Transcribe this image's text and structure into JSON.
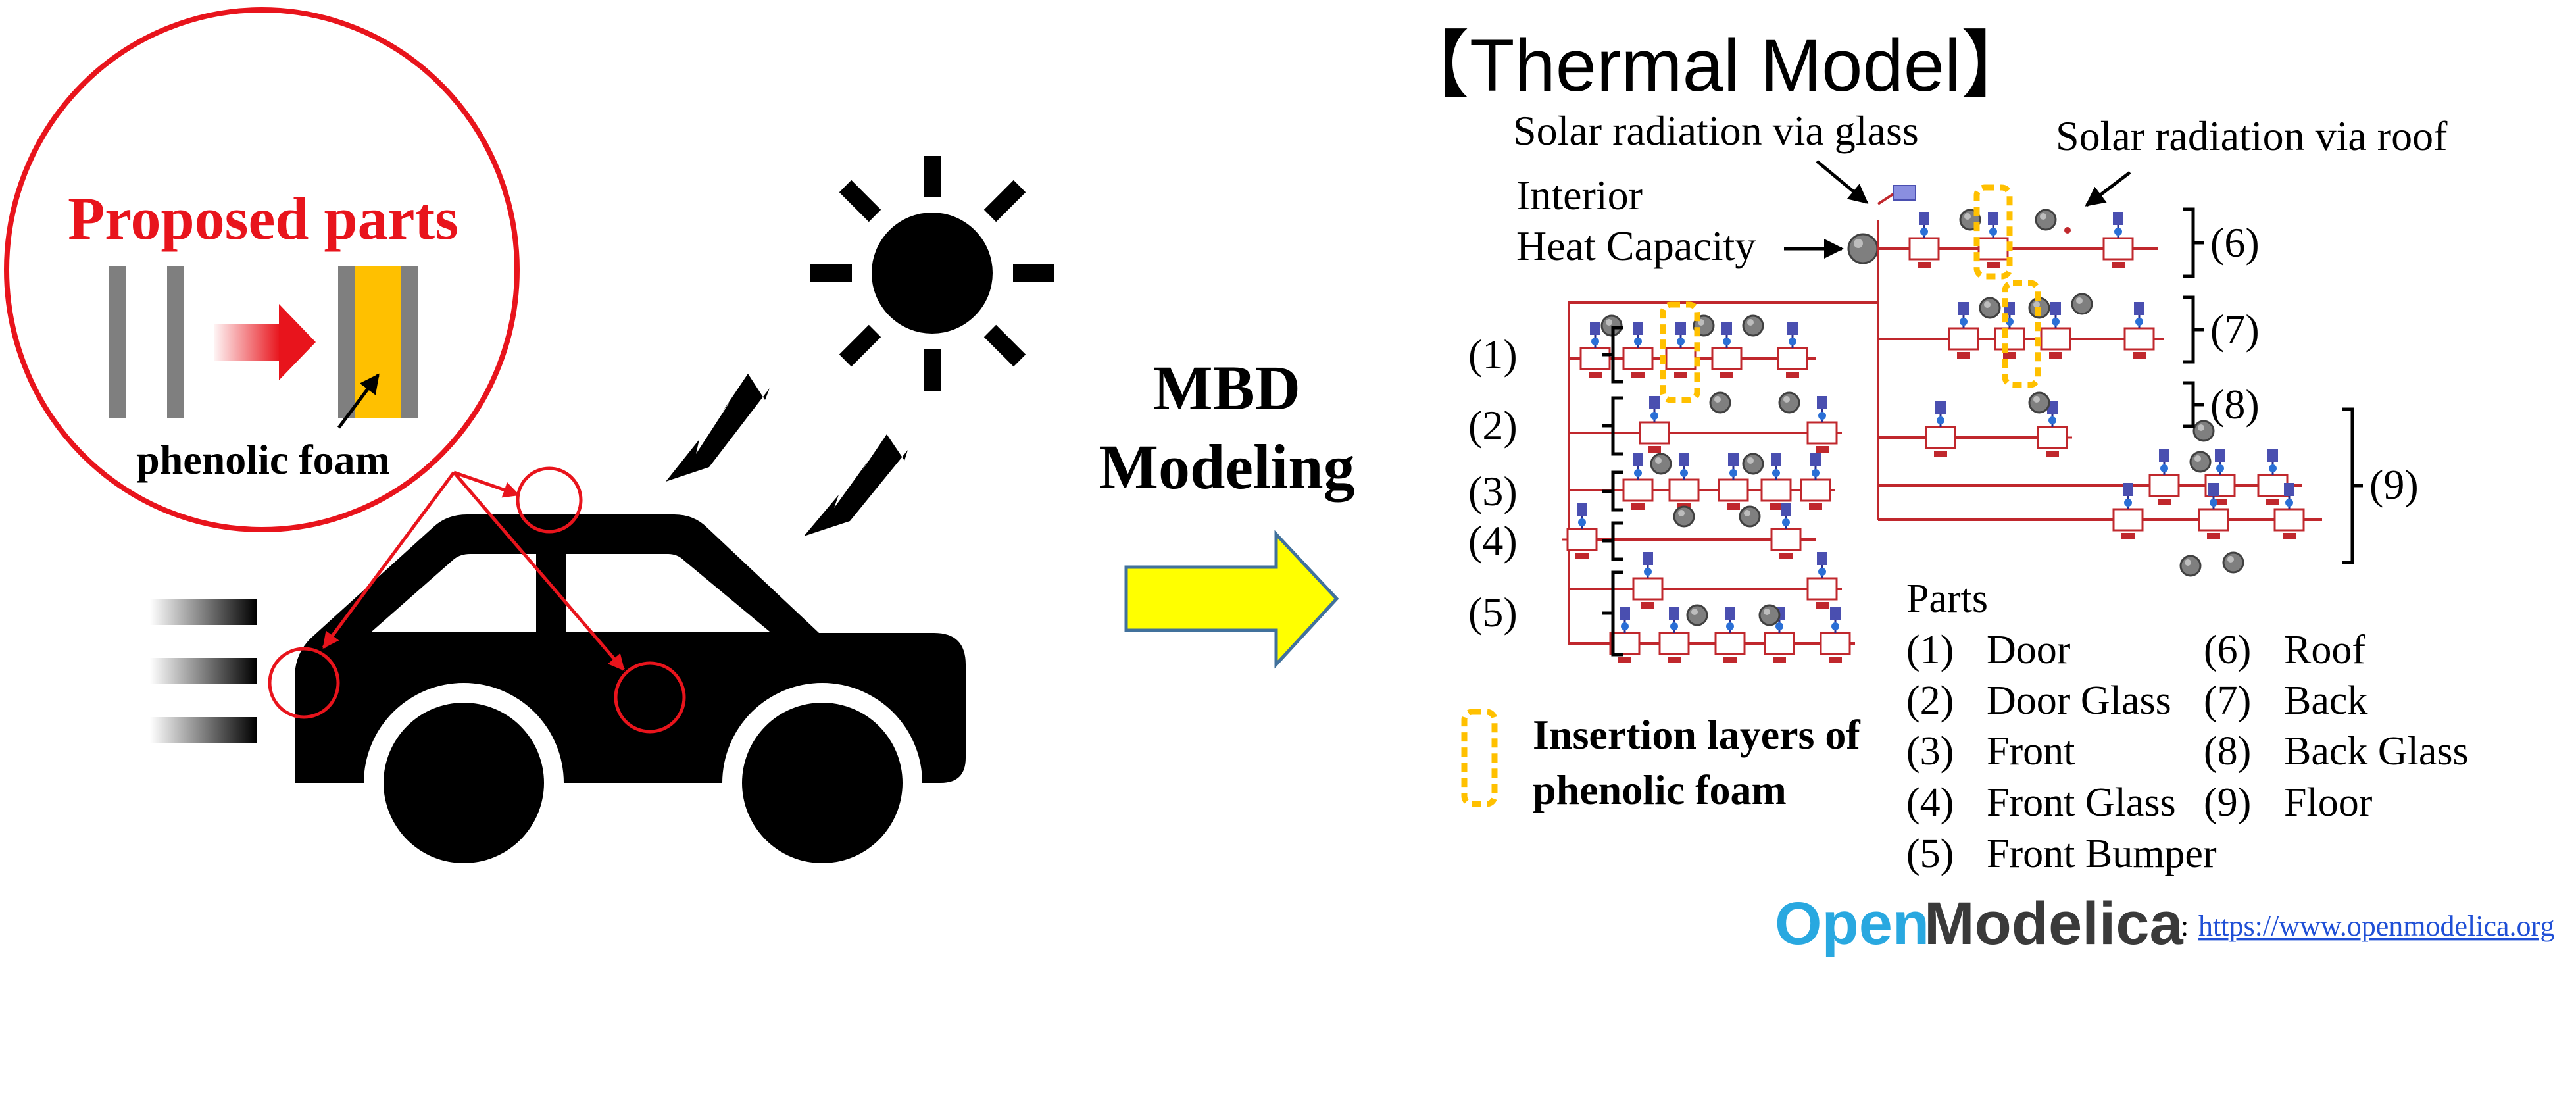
{
  "left": {
    "bubble_title": "Proposed parts",
    "foam_label": "phenolic foam"
  },
  "middle": {
    "line1": "MBD",
    "line2": "Modeling"
  },
  "thermal": {
    "title": "【Thermal Model】",
    "solar_glass": "Solar radiation via glass",
    "solar_roof": "Solar radiation via roof",
    "interior_1": "Interior",
    "interior_2": "Heat Capacity",
    "insertion_1": "Insertion layers of",
    "insertion_2": "phenolic foam",
    "bracket_labels": [
      "(1)",
      "(2)",
      "(3)",
      "(4)",
      "(5)",
      "(6)",
      "(7)",
      "(8)",
      "(9)"
    ]
  },
  "parts": {
    "heading": "Parts",
    "items": [
      {
        "num": "(1)",
        "name": "Door"
      },
      {
        "num": "(2)",
        "name": "Door Glass"
      },
      {
        "num": "(3)",
        "name": "Front"
      },
      {
        "num": "(4)",
        "name": "Front Glass"
      },
      {
        "num": "(5)",
        "name": "Front Bumper"
      },
      {
        "num": "(6)",
        "name": "Roof"
      },
      {
        "num": "(7)",
        "name": "Back"
      },
      {
        "num": "(8)",
        "name": "Back Glass"
      },
      {
        "num": "(9)",
        "name": "Floor"
      }
    ]
  },
  "footer": {
    "logo_part1": "Open",
    "logo_part2": "Modelica",
    "link_prefix": ": ",
    "link": "https://www.openmodelica.org"
  },
  "colors": {
    "red": "#e8141c",
    "foam": "#ffc000",
    "arrow_yellow": "#ffff00",
    "arrow_border": "#41719c",
    "wire": "#c0282d",
    "logo_blue": "#29a8e0",
    "logo_dark": "#3a3a3a",
    "link_blue": "#1f4fd6"
  }
}
